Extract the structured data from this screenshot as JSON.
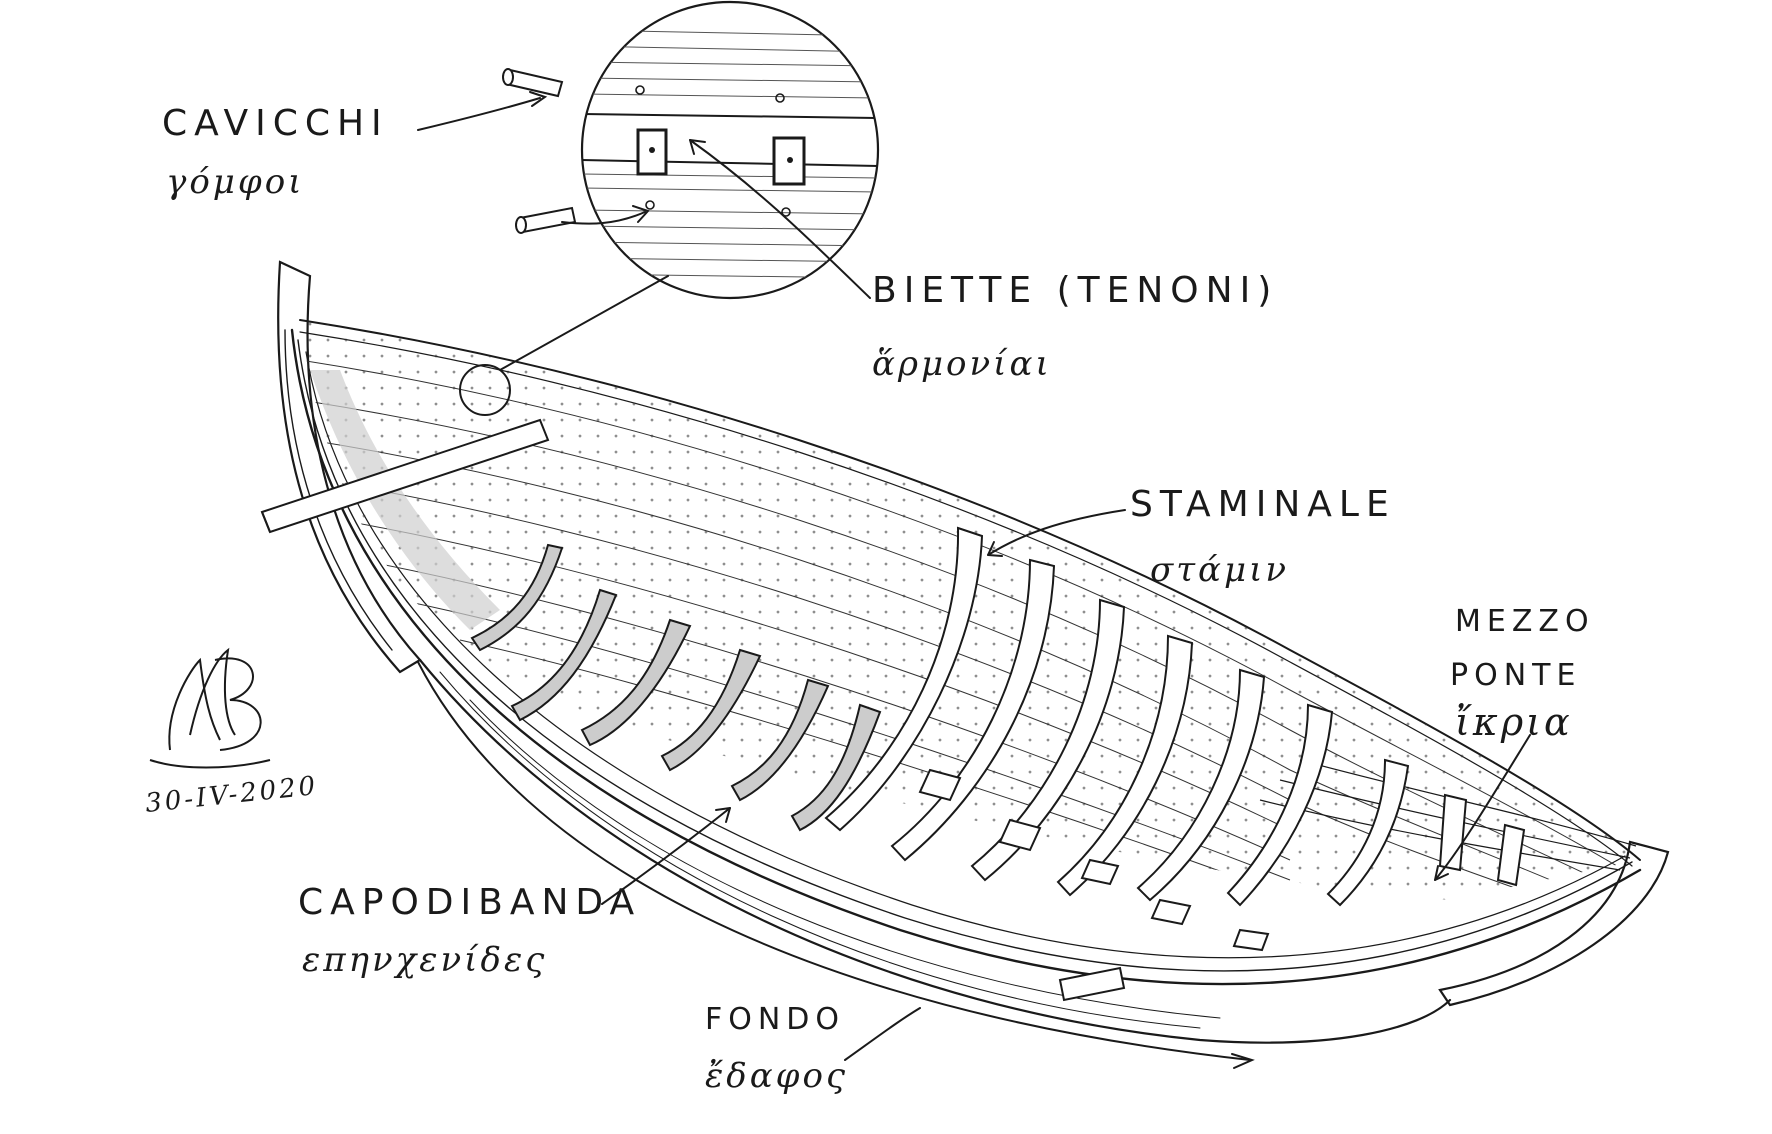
{
  "labels": {
    "cavicchi": {
      "it": "CAVICCHI",
      "gr": "γόμφοι"
    },
    "biette": {
      "it": "BIETTE   (TENONI)",
      "gr": "ἅρμονίαι"
    },
    "staminale": {
      "it": "STAMINALE",
      "gr": "στάμιν"
    },
    "mezzo_ponte": {
      "it_1": "MEZZO",
      "it_2": "PONTE",
      "gr": "ἴκρια"
    },
    "capodibanda": {
      "it": "CAPODIBANDA",
      "gr": "επηνχενίδες"
    },
    "fondo": {
      "it": "FONDO",
      "gr": "ἔδαφος"
    }
  },
  "signature": {
    "date": "30-IV-2020"
  },
  "colors": {
    "ink": "#1a1a1a",
    "paper": "#ffffff",
    "shade": "#c8c8c8"
  }
}
